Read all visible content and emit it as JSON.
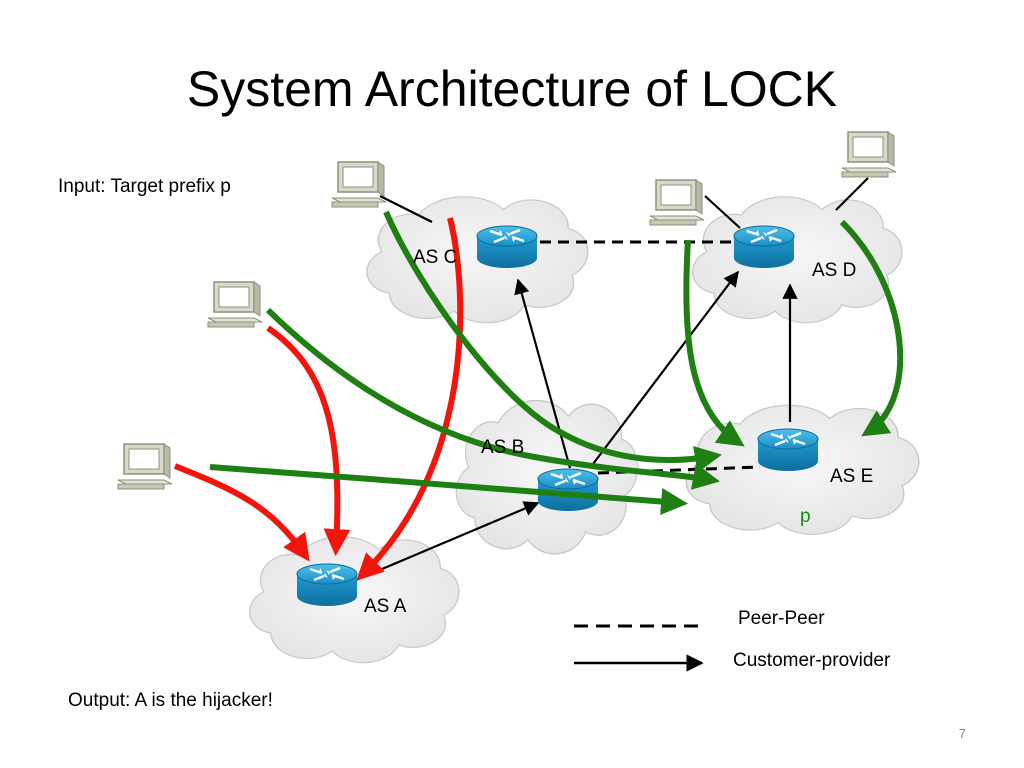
{
  "slide": {
    "title": "System Architecture of LOCK",
    "input_text": "Input: Target prefix p",
    "output_text": "Output: A is the hijacker!",
    "page_number": "7"
  },
  "nodes": {
    "as_a": {
      "label": "AS A"
    },
    "as_b": {
      "label": "AS B"
    },
    "as_c": {
      "label": "AS C"
    },
    "as_d": {
      "label": "AS D"
    },
    "as_e": {
      "label": "AS E",
      "prefix": "p"
    }
  },
  "legend": {
    "peer_peer": "Peer-Peer",
    "customer_provider": "Customer-provider"
  },
  "colors": {
    "red_path": "#f2150c",
    "green_path": "#1f7f12",
    "prefix_text": "#1b8a12",
    "cloud": "#ececec",
    "router": "#1a8fc4"
  }
}
